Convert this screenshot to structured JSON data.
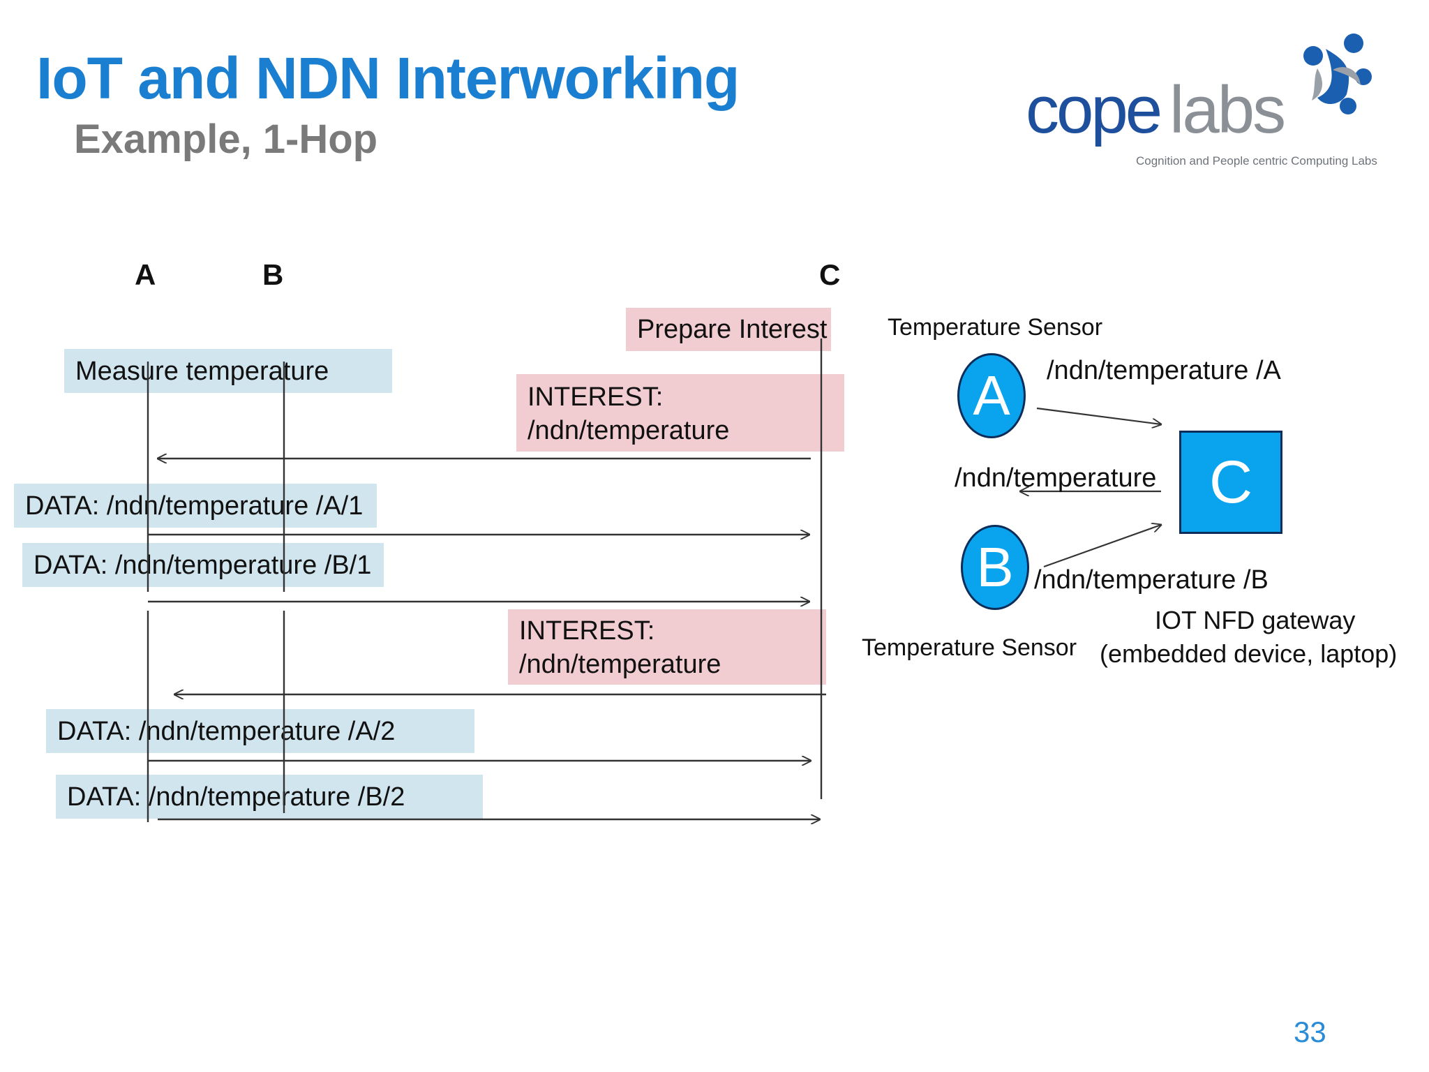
{
  "slide": {
    "title": "IoT and NDN Interworking",
    "subtitle": "Example, 1-Hop",
    "page_number": "33"
  },
  "logo": {
    "name": "copelabs",
    "tagline": "Cognition and People centric Computing Labs",
    "colors": {
      "cope": "#1d4f9c",
      "labs": "#8b8f96",
      "mark_blue": "#1a5fb0",
      "mark_gray": "#9aa0a8"
    }
  },
  "sequence": {
    "headers": {
      "a": "A",
      "b": "B",
      "c": "C"
    },
    "labels": {
      "prepare": "Prepare Interest",
      "measure": "Measure temperature",
      "interest1": [
        "INTEREST:",
        "/ndn/temperature"
      ],
      "data_a1": "DATA: /ndn/temperature /A/1",
      "data_b1": "DATA: /ndn/temperature /B/1",
      "interest2": [
        "INTEREST:",
        "/ndn/temperature"
      ],
      "data_a2": "DATA: /ndn/temperature /A/2",
      "data_b2": "DATA: /ndn/temperature /B/2"
    },
    "colors": {
      "data_box": "#d1e5ee",
      "interest_box": "#f1ccd1",
      "line": "#333333"
    }
  },
  "network": {
    "sensor_top": "Temperature Sensor",
    "sensor_bottom": "Temperature Sensor",
    "node_a": "A",
    "node_b": "B",
    "node_c": "C",
    "name_a": "/ndn/temperature /A",
    "name_b": "/ndn/temperature /B",
    "name_interest": "/ndn/temperature",
    "gateway": [
      "IOT NFD gateway",
      "(embedded device, laptop)"
    ],
    "colors": {
      "node_fill": "#0aa4ee",
      "node_border": "#0c2d5a"
    }
  }
}
